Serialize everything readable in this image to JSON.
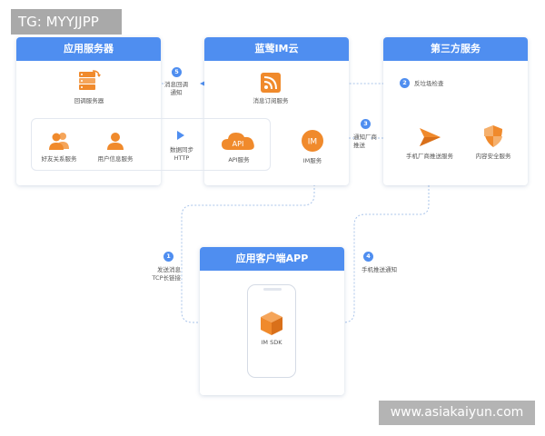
{
  "overlay_tag": "TG: MYYJJPP",
  "watermark": "www.asiakaiyun.com",
  "cards": {
    "app_server": {
      "title": "应用服务器"
    },
    "im_cloud": {
      "title": "蓝莺IM云"
    },
    "third_party": {
      "title": "第三方服务"
    },
    "client_app": {
      "title": "应用客户端APP"
    }
  },
  "nodes": {
    "callback_server": {
      "label": "回调服务器",
      "icon": "server-icon"
    },
    "friend_service": {
      "label": "好友关系服务",
      "icon": "people-icon"
    },
    "user_info_service": {
      "label": "用户信息服务",
      "icon": "user-icon"
    },
    "msg_subscription": {
      "label": "消息订阅服务",
      "icon": "rss-icon"
    },
    "api_service": {
      "label": "API服务",
      "icon": "cloud-api-icon",
      "badge": "API"
    },
    "im_service": {
      "label": "IM服务",
      "icon": "im-circle-icon",
      "badge": "IM"
    },
    "push_service": {
      "label": "手机厂商推送服务",
      "icon": "paper-plane-icon"
    },
    "content_security": {
      "label": "内容安全服务",
      "icon": "shield-icon"
    },
    "im_sdk": {
      "label": "IM SDK",
      "icon": "cube-icon"
    }
  },
  "steps": [
    {
      "num": "1",
      "line1": "发送消息",
      "line2": "TCP长链接"
    },
    {
      "num": "2",
      "line1": "反垃圾检查",
      "line2": ""
    },
    {
      "num": "3",
      "line1": "通知厂商",
      "line2": "推送"
    },
    {
      "num": "4",
      "line1": "手机推送通知",
      "line2": ""
    },
    {
      "num": "5",
      "line1": "消息回调",
      "line2": "通知"
    }
  ],
  "sync_label": {
    "line1": "数据同步",
    "line2": "HTTP"
  },
  "colors": {
    "accent": "#4f8ef0",
    "orange": "#f08a2c",
    "dotted": "#a9c4ea"
  }
}
